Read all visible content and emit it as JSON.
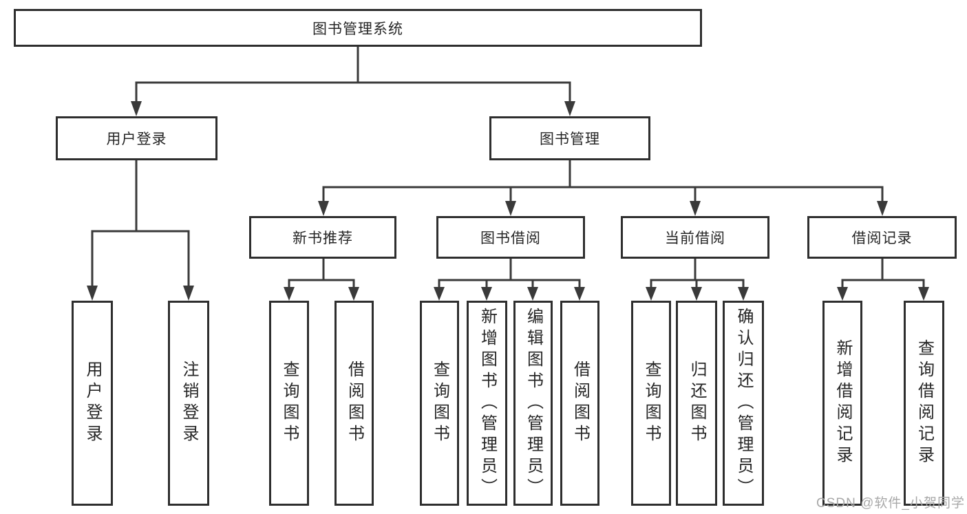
{
  "colors": {
    "line": "#3a3a3a",
    "box_border": "#2e2e2e",
    "text": "#262626",
    "watermark": "#a8a8a8",
    "background": "#ffffff"
  },
  "nodes": {
    "root": "图书管理系统",
    "level2": [
      "用户登录",
      "图书管理"
    ],
    "level3": [
      "新书推荐",
      "图书借阅",
      "当前借阅",
      "借阅记录"
    ],
    "leaves_user_login": [
      "用户登录",
      "注销登录"
    ],
    "leaves_new_books": [
      "查询图书",
      "借阅图书"
    ],
    "leaves_book_borrow": [
      "查询图书",
      "新增图书（管理员）",
      "编辑图书（管理员）",
      "借阅图书"
    ],
    "leaves_current_borrow": [
      "查询图书",
      "归还图书",
      "确认归还（管理员）"
    ],
    "leaves_borrow_records": [
      "新增借阅记录",
      "查询借阅记录"
    ]
  },
  "watermark": {
    "text": "CSDN @软件_小贺同学"
  }
}
